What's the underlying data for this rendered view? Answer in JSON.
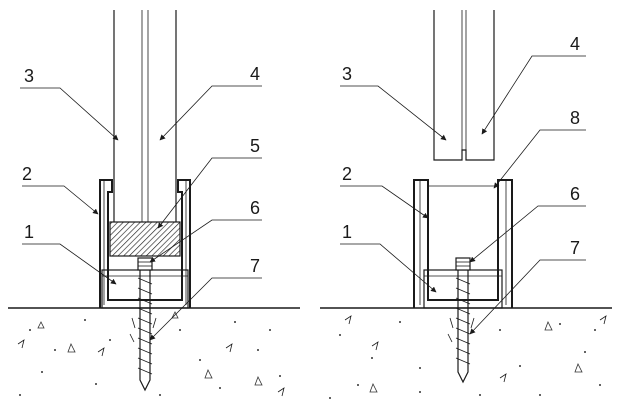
{
  "left_detail": {
    "callouts": [
      "1",
      "2",
      "3",
      "4",
      "5",
      "6",
      "7"
    ]
  },
  "right_detail": {
    "callouts": [
      "1",
      "2",
      "3",
      "4",
      "6",
      "7",
      "8"
    ]
  }
}
